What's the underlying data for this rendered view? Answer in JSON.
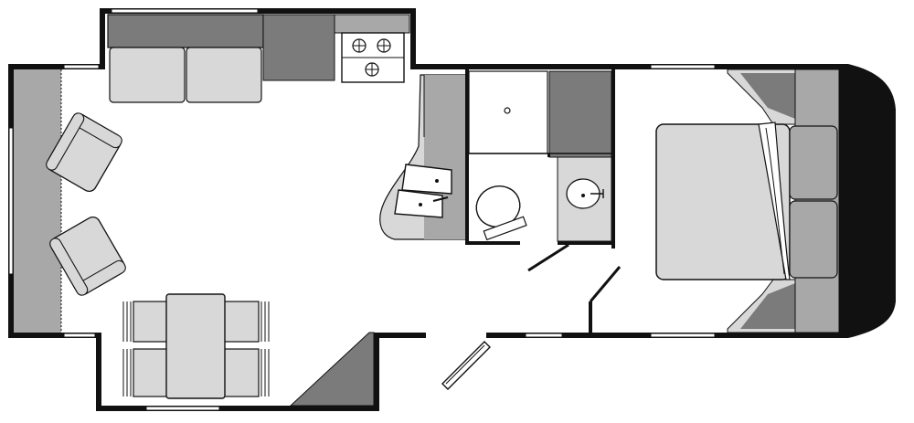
{
  "floorplan": {
    "rooms": [
      "living-area",
      "galley",
      "bathroom",
      "bedroom"
    ],
    "colors": {
      "wall": "#111111",
      "dark_fill": "#7b7b7b",
      "mid_fill": "#a8a8a8",
      "light_fill": "#d8d8d8",
      "background": "#ffffff"
    },
    "icons": [
      "sofa-icon",
      "armchair-icon",
      "dining-table-icon",
      "chair-icon",
      "stove-icon",
      "kitchen-sink-icon",
      "shower-icon",
      "toilet-icon",
      "bathroom-sink-icon",
      "bed-icon",
      "pillow-icon",
      "entry-door-icon",
      "window-icon",
      "wardrobe-icon"
    ]
  }
}
